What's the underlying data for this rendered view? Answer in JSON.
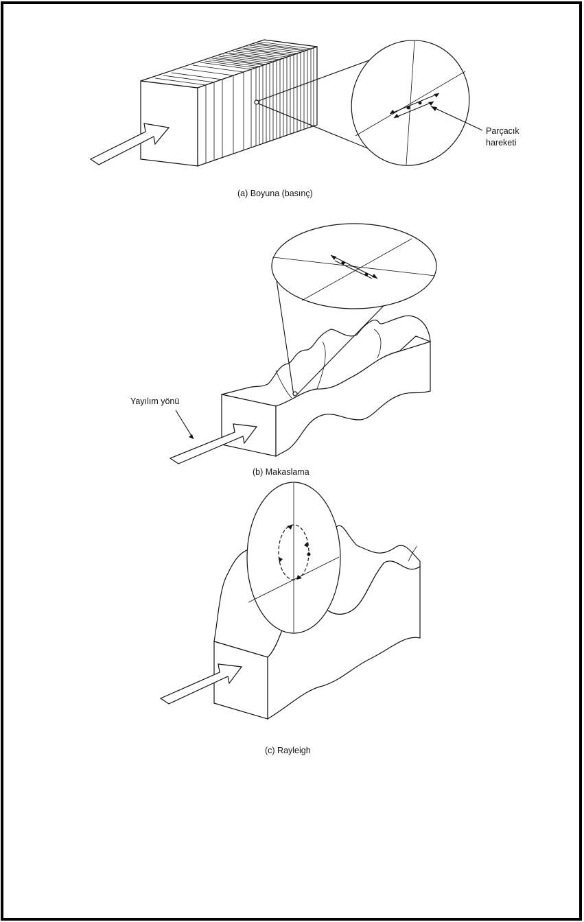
{
  "panels": [
    {
      "caption": "(a) Boyuna (basınç)"
    },
    {
      "caption": "(b) Makaslama"
    },
    {
      "caption": "(c) Rayleigh"
    }
  ],
  "annotations": {
    "particle_motion_line1": "Parçacık",
    "particle_motion_line2": "hareketi",
    "propagation_direction": "Yayılım yönü"
  }
}
